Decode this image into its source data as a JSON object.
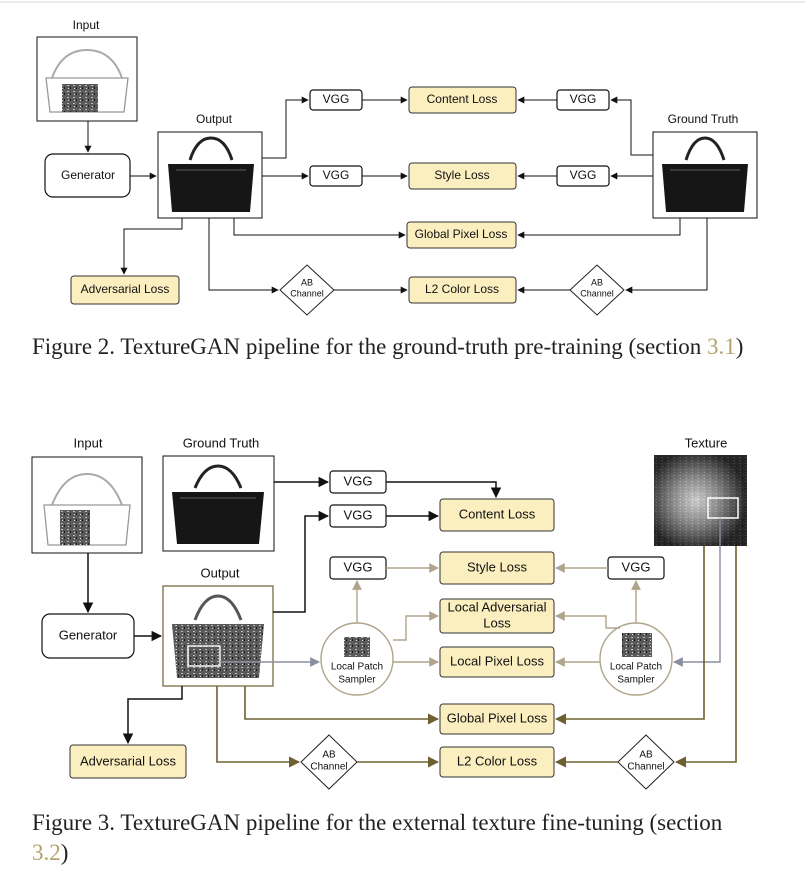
{
  "figure2": {
    "input_label": "Input",
    "output_label": "Output",
    "ground_truth_label": "Ground Truth",
    "generator": "Generator",
    "vgg": "VGG",
    "content_loss": "Content Loss",
    "style_loss": "Style Loss",
    "global_pixel_loss": "Global Pixel Loss",
    "adversarial_loss": "Adversarial Loss",
    "l2_color_loss": "L2 Color Loss",
    "ab": "AB",
    "channel": "Channel",
    "caption_text": "Figure 2. TextureGAN pipeline for the ground-truth pre-training (section ",
    "caption_ref": "3.1",
    "caption_end": ")"
  },
  "figure3": {
    "input_label": "Input",
    "ground_truth_label": "Ground Truth",
    "texture_label": "Texture",
    "output_label": "Output",
    "generator": "Generator",
    "vgg": "VGG",
    "content_loss": "Content Loss",
    "style_loss": "Style Loss",
    "local_adversarial_loss_1": "Local Adversarial",
    "local_adversarial_loss_2": "Loss",
    "local_pixel_loss": "Local Pixel Loss",
    "global_pixel_loss": "Global Pixel Loss",
    "adversarial_loss": "Adversarial Loss",
    "l2_color_loss": "L2 Color Loss",
    "local_patch": "Local Patch",
    "sampler": "Sampler",
    "ab": "AB",
    "channel": "Channel",
    "caption_text": "Figure 3. TextureGAN pipeline for the external texture fine-tuning (section ",
    "caption_ref": "3.2",
    "caption_end": ")"
  },
  "colors": {
    "loss_fill": "#fbeebf",
    "olive_line": "#6e6030",
    "tan_line": "#b0a48c",
    "ref_text": "#b3a36a"
  }
}
